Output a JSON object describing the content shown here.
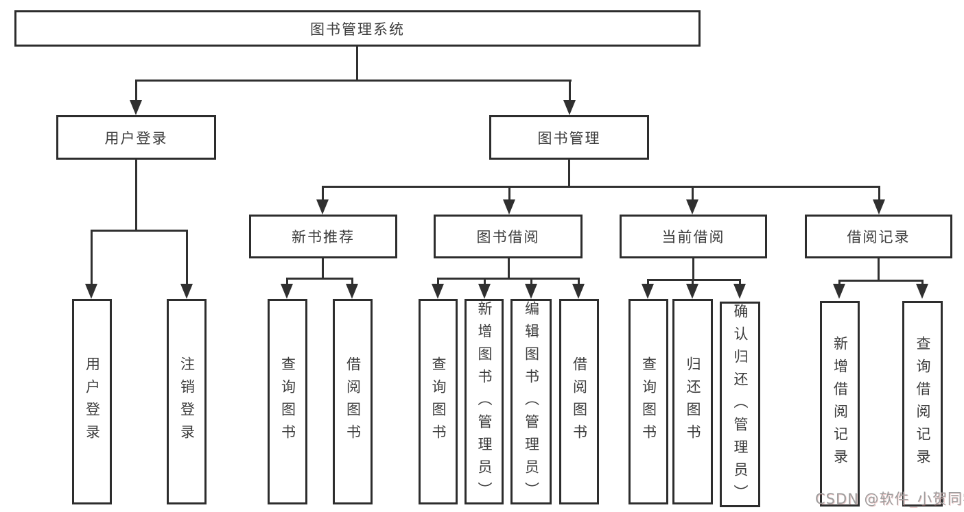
{
  "diagram": {
    "root": {
      "label": "图书管理系统"
    },
    "level2": [
      {
        "id": "user-login",
        "label": "用户登录"
      },
      {
        "id": "book-management",
        "label": "图书管理"
      }
    ],
    "level3": [
      {
        "id": "new-book-recommend",
        "label": "新书推荐"
      },
      {
        "id": "book-borrowing",
        "label": "图书借阅"
      },
      {
        "id": "current-borrowing",
        "label": "当前借阅"
      },
      {
        "id": "borrowing-records",
        "label": "借阅记录"
      }
    ],
    "leaves": [
      {
        "id": "user-login-leaf",
        "parent": "user-login",
        "label": "用户登录"
      },
      {
        "id": "logout",
        "parent": "user-login",
        "label": "注销登录"
      },
      {
        "id": "recommend-query-books",
        "parent": "new-book-recommend",
        "label": "查询图书"
      },
      {
        "id": "recommend-borrow-books",
        "parent": "new-book-recommend",
        "label": "借阅图书"
      },
      {
        "id": "borrowing-query-books",
        "parent": "book-borrowing",
        "label": "查询图书"
      },
      {
        "id": "borrowing-add-books-admin",
        "parent": "book-borrowing",
        "label": "新增图书（管理员）"
      },
      {
        "id": "borrowing-edit-books-admin",
        "parent": "book-borrowing",
        "label": "编辑图书（管理员）"
      },
      {
        "id": "borrowing-borrow-books",
        "parent": "book-borrowing",
        "label": "借阅图书"
      },
      {
        "id": "current-query-books",
        "parent": "current-borrowing",
        "label": "查询图书"
      },
      {
        "id": "current-return-books",
        "parent": "current-borrowing",
        "label": "归还图书"
      },
      {
        "id": "current-confirm-return-admin",
        "parent": "current-borrowing",
        "label": "确认归还（管理员）"
      },
      {
        "id": "records-add-record",
        "parent": "borrowing-records",
        "label": "新增借阅记录"
      },
      {
        "id": "records-query-record",
        "parent": "borrowing-records",
        "label": "查询借阅记录"
      }
    ],
    "watermark": "CSDN @软件_小贺同学",
    "colors": {
      "line": "#303030",
      "box_border": "#2d2d2d",
      "text": "#3d3d3d",
      "watermark": "#9e9e9e",
      "background": "#ffffff"
    }
  }
}
